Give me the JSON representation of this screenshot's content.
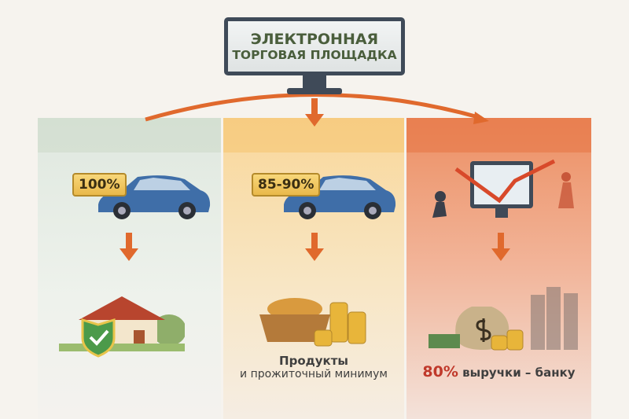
{
  "platform": {
    "line1": "ЭЛЕКТРОННАЯ",
    "line2": "ТОРГОВАЯ ПЛОЩАДКА"
  },
  "columns": [
    {
      "badge": "100%",
      "icon": "house-shield-icon"
    },
    {
      "badge": "85-90%",
      "icon": "food-basket-coins-icon",
      "caption_line1": "Продукты",
      "caption_line2": "и прожиточный минимум"
    },
    {
      "icon": "money-bag-bank-icon",
      "caption_highlight": "80%",
      "caption_rest": "выручки – банку"
    }
  ],
  "colors": {
    "arrow": "#e0692d",
    "highlight": "#c0392b",
    "green_panel": "#dfe8df",
    "yellow_panel": "#f9d79a",
    "red_panel": "#ec8f63"
  }
}
